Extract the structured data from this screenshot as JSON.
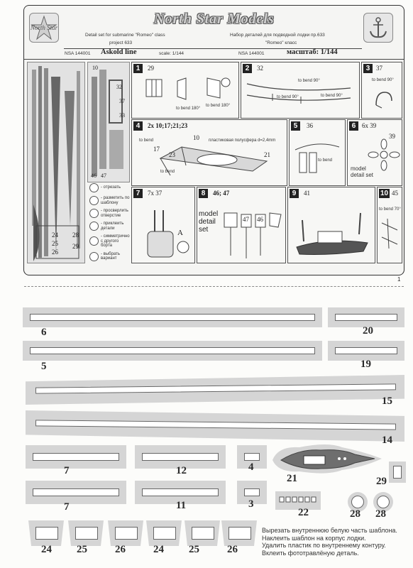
{
  "header": {
    "brand": "North Star Models",
    "stamp_left": "North Star",
    "title_en_1": "Detail set for submarine \"Romeo\" class",
    "title_en_2": "project 633",
    "catalog_en": "NSA 144001",
    "name_en": "Askold line",
    "scale_en": "scale: 1/144",
    "title_ru_1": "Набор деталей для подводной лодки пр.633",
    "title_ru_2": "\"Romeo\" класс",
    "catalog_ru": "NSA 144001",
    "scale_ru": "масштаб: 1/144"
  },
  "fret": {
    "top_numbers": [
      "10",
      "32",
      "37",
      "33"
    ],
    "bottom_numbers": [
      "46",
      "47"
    ],
    "lower_numbers": [
      "24",
      "25",
      "26",
      "28",
      "29"
    ]
  },
  "legend": [
    "- отрезать",
    "- разметить по шаблону",
    "- просверлить отверстие",
    "- приклеить детали",
    "- симметрично с другого борта",
    "- выбрать вариант"
  ],
  "steps": [
    {
      "num": "1",
      "parts": "29",
      "notes": [
        "to bend 180°",
        "to bend 180°"
      ]
    },
    {
      "num": "2",
      "parts": "32",
      "notes": [
        "to bend 90°",
        "to bend 90°",
        "to bend 90°"
      ]
    },
    {
      "num": "3",
      "parts": "37",
      "notes": [
        "to bend 90°"
      ]
    },
    {
      "num": "4",
      "parts": "2x 10;17;21;23",
      "notes": [
        "to bend",
        "to bend",
        "пластиковая полусфера d=2,4mm"
      ],
      "labels": [
        "10",
        "17",
        "23",
        "21"
      ]
    },
    {
      "num": "5",
      "parts": "36",
      "notes": [
        "to bend"
      ]
    },
    {
      "num": "6",
      "parts": "6x 39",
      "notes": [
        "model detail set"
      ],
      "labels": [
        "39"
      ]
    },
    {
      "num": "7",
      "parts": "7x 37",
      "labels": [
        "A"
      ]
    },
    {
      "num": "8",
      "parts": "46; 47",
      "notes": [
        "model detail set"
      ],
      "labels": [
        "47",
        "46"
      ]
    },
    {
      "num": "9",
      "parts": "41"
    },
    {
      "num": "10",
      "parts": "45",
      "notes": [
        "to bend 70°"
      ]
    }
  ],
  "page_number": "1",
  "templates": [
    "6",
    "20",
    "5",
    "19",
    "15",
    "14",
    "7",
    "12",
    "4",
    "7",
    "11",
    "3",
    "21",
    "29",
    "22",
    "28",
    "28",
    "24",
    "25",
    "26",
    "24",
    "25",
    "26"
  ],
  "instructions": [
    "Вырезать внутреннюю белую часть шаблона.",
    "Наклеить шаблон на корпус лодки.",
    "Удалить пластик по внутреннему контуру.",
    "Вклеить фототравлёную деталь."
  ]
}
